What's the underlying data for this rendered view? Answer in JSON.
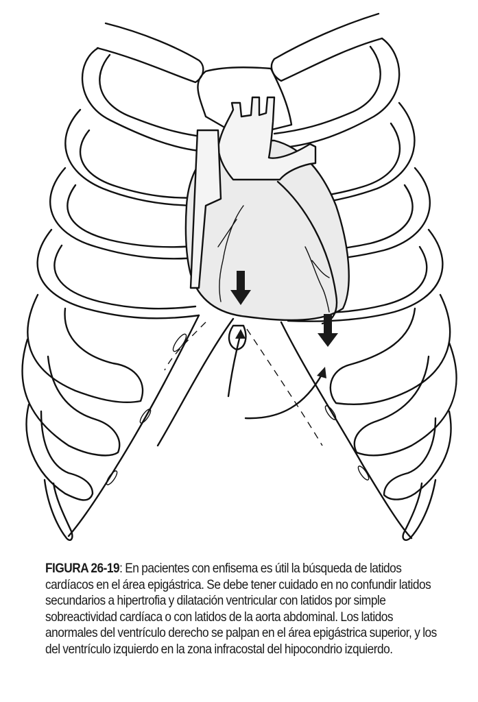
{
  "figure": {
    "type": "anatomical-line-drawing",
    "subject": "thoracic rib cage with heart, anterior view",
    "annotations": [
      {
        "id": "rv-arrow",
        "icon": "arrow-down-icon",
        "meaning": "right ventricle impulse, epigastric area"
      },
      {
        "id": "lv-arrow",
        "icon": "arrow-down-icon",
        "meaning": "left ventricle impulse, left hypochondrium"
      },
      {
        "id": "epigastric-palpation-arrow",
        "icon": "curved-arrow-up-icon"
      },
      {
        "id": "infracostal-palpation-arrow",
        "icon": "curved-arrow-up-right-icon"
      }
    ],
    "colors": {
      "ink": "#111111",
      "heart_fill": "#ebebeb",
      "background": "#ffffff"
    }
  },
  "caption": {
    "label": "FIGURA 26-19",
    "separator": ": ",
    "text": "En pacientes con enfisema es útil la búsqueda de latidos cardíacos en el área epigástrica. Se debe tener cuidado en no confundir latidos secundarios a hipertrofia y dilatación ventricular con latidos por simple sobreactividad cardíaca o con latidos de la aorta abdominal. Los latidos anormales del ventrículo derecho se palpan en el área epigástrica superior, y los del ventrículo izquierdo en la zona infracostal del hipocondrio izquierdo."
  }
}
